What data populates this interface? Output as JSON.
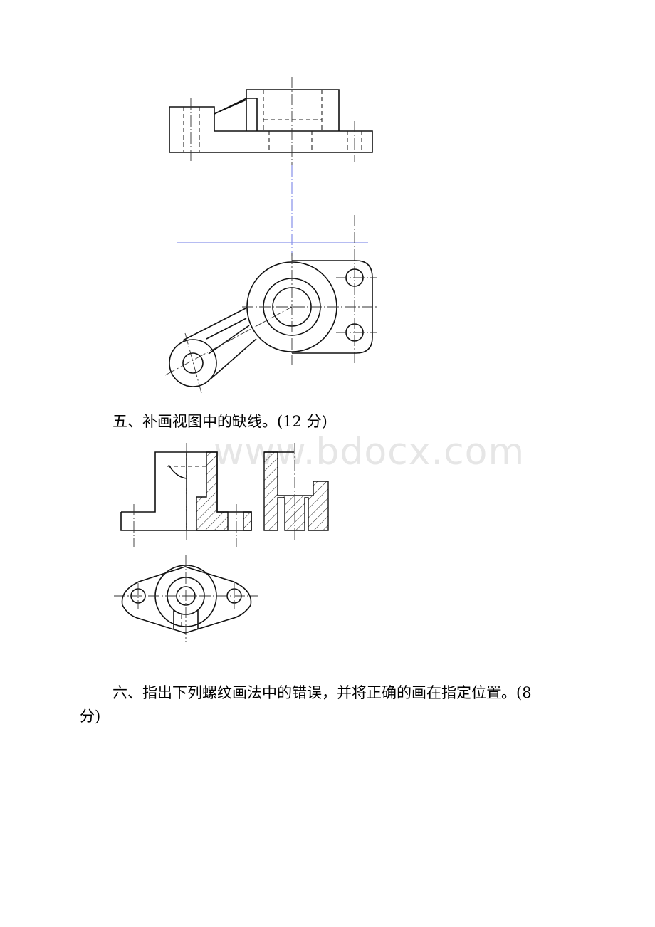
{
  "questions": {
    "q5": {
      "line1": "五、补画视图中的缺线。(12 分)"
    },
    "q6": {
      "line1": "六、指出下列螺纹画法中的错误，并将正确的画在指定位置。(8",
      "line2": "分)"
    }
  },
  "watermark": {
    "text": "www.bdocx.com"
  },
  "colors": {
    "ink": "#111111",
    "projection_line": "#7a86e6",
    "watermark": "#e6e6e6"
  }
}
